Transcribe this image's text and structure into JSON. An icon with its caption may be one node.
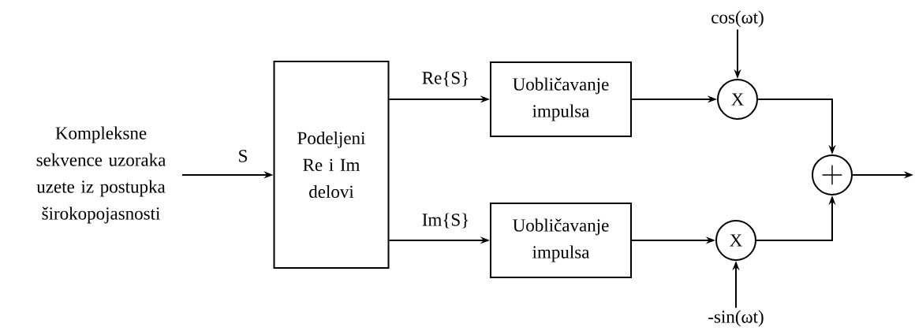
{
  "diagram": {
    "nodes": [
      {
        "text": [
          "Kompleksne sekvence uzoraka uzete iz postupka širokopojasnosti"
        ]
      },
      {
        "text": [
          "Podeljeni Re i Im delovi"
        ]
      },
      {
        "text": [
          "Uobličavanje impulsa"
        ]
      },
      {
        "text": [
          "Uobličavanje impulsa"
        ]
      },
      {
        "text": [
          "X"
        ]
      },
      {
        "text": [
          "X"
        ]
      },
      {
        "text": [
          "+"
        ]
      },
      {
        "text": [
          "cos(ωt)"
        ]
      },
      {
        "text": [
          "-sin(ωt)"
        ]
      }
    ],
    "edges": [
      {
        "from": 0,
        "to": 1,
        "arrow": "to",
        "label": "S"
      },
      {
        "from": 1,
        "to": 2,
        "arrow": "to",
        "label": "Re{S}"
      },
      {
        "from": 1,
        "to": 3,
        "arrow": "to",
        "label": "Im{S}"
      },
      {
        "from": 2,
        "to": 4,
        "arrow": "to"
      },
      {
        "from": 7,
        "to": 4,
        "arrow": "to"
      },
      {
        "from": 3,
        "to": 5,
        "arrow": "to"
      },
      {
        "from": 8,
        "to": 5,
        "arrow": "to"
      },
      {
        "from": 4,
        "to": 6,
        "arrow": "to"
      },
      {
        "from": 5,
        "to": 6,
        "arrow": "to"
      },
      {
        "from": 6,
        "to": null,
        "arrow": "to"
      }
    ]
  }
}
